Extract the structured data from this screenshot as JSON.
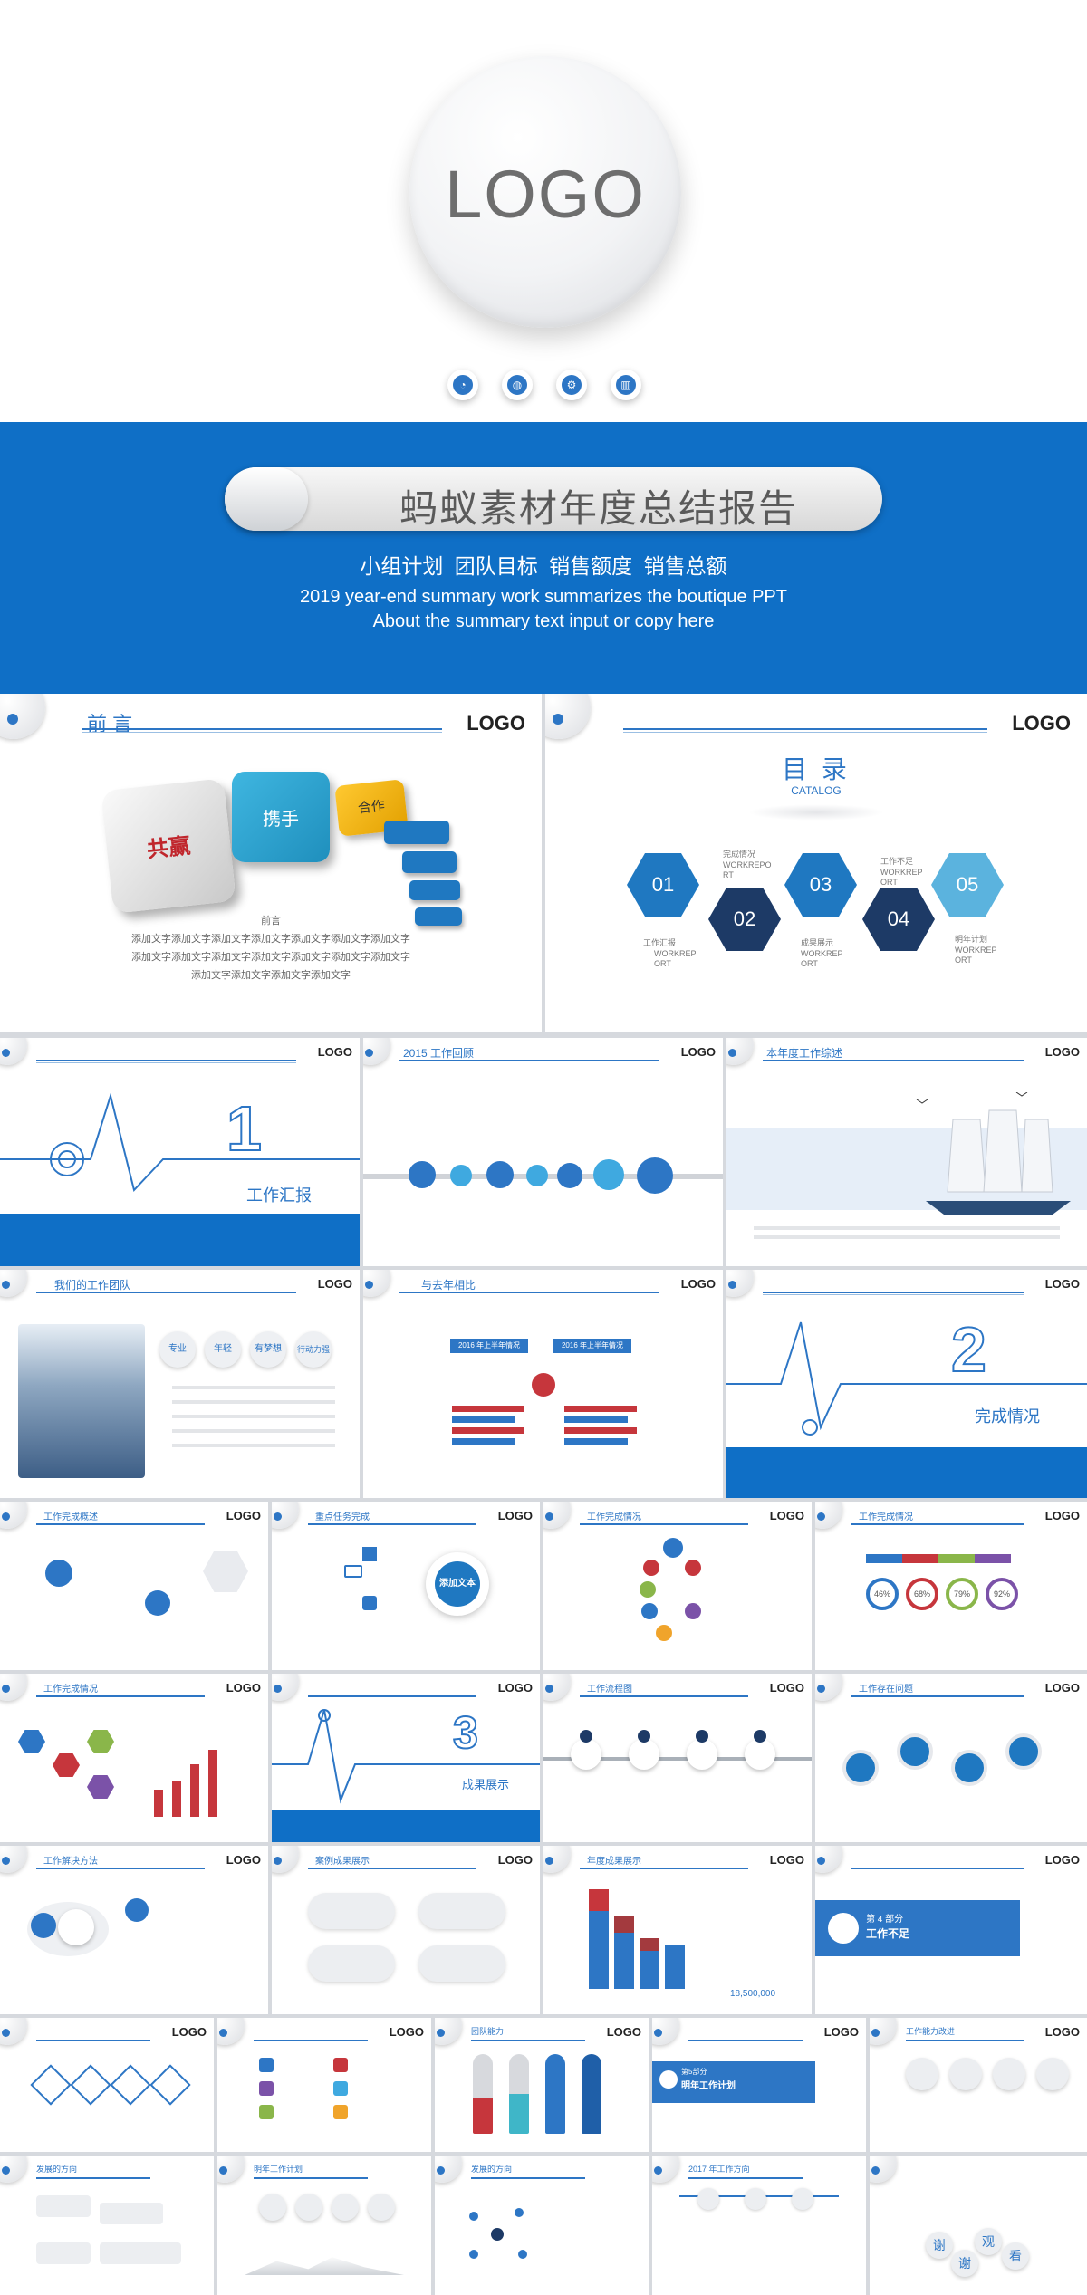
{
  "hero": {
    "logo": "LOGO",
    "icons": [
      "pie-chart-icon",
      "globe-icon",
      "gears-icon",
      "bar-chart-icon"
    ],
    "title": "蚂蚁素材年度总结报告",
    "subtitle_cn": "小组计划 团队目标 销售额度 销售总额",
    "subtitle_en_1": "2019 year-end summary work summarizes the boutique PPT",
    "subtitle_en_2": "About the summary text input or copy here"
  },
  "brand_color": "#0f6fc6",
  "logo_label": "LOGO",
  "preface": {
    "title": "前 言",
    "cube_labels": [
      "共赢",
      "携手",
      "合作"
    ],
    "body_title": "前言",
    "body_lines": [
      "添加文字添加文字添加文字添加文字添加文字添加文字添加文字",
      "添加文字添加文字添加文字添加文字添加文字添加文字添加文字",
      "添加文字添加文字添加文字添加文字"
    ]
  },
  "catalog": {
    "title": "目 录",
    "subtitle": "CATALOG",
    "items": [
      {
        "num": "01",
        "label": "工作汇报",
        "en": "WORKREP ORT"
      },
      {
        "num": "02",
        "label": "完成情况",
        "en": "WORKREPO RT"
      },
      {
        "num": "03",
        "label": "成果展示",
        "en": "WORKREP ORT"
      },
      {
        "num": "04",
        "label": "工作不足",
        "en": "WORKREP ORT"
      },
      {
        "num": "05",
        "label": "明年计划",
        "en": "WORKREP ORT"
      }
    ]
  },
  "slides_row3": [
    {
      "title": "",
      "big_num": "1",
      "caption": "工作汇报"
    },
    {
      "title": "2015 工作回顾"
    },
    {
      "title": "本年度工作综述"
    }
  ],
  "slides_row4": [
    {
      "title": "我们的工作团队",
      "bubbles": [
        "专业",
        "年轻",
        "有梦想",
        "行动力强"
      ]
    },
    {
      "title": "与去年相比",
      "labels": [
        "2016 年上半年情况",
        "2016 年上半年情况"
      ]
    },
    {
      "title": "",
      "big_num": "2",
      "caption": "完成情况"
    }
  ],
  "slides_row5": [
    {
      "title": "工作完成概述"
    },
    {
      "title": "重点任务完成",
      "center": "添加文本"
    },
    {
      "title": "工作完成情况"
    },
    {
      "title": "工作完成情况",
      "percents": [
        "46%",
        "68%",
        "79%",
        "92%"
      ]
    }
  ],
  "slides_row6": [
    {
      "title": "工作完成情况"
    },
    {
      "title": "",
      "big_num": "3",
      "caption": "成果展示"
    },
    {
      "title": "工作流程图"
    },
    {
      "title": "工作存在问题"
    }
  ],
  "slides_row7": [
    {
      "title": "工作解决方法"
    },
    {
      "title": "案例成果展示"
    },
    {
      "title": "年度成果展示",
      "amount": "18,500,000"
    },
    {
      "title": "",
      "part": "第 4 部分",
      "caption": "工作不足"
    }
  ],
  "slides_row8": [
    {
      "title": ""
    },
    {
      "title": ""
    },
    {
      "title": "团队能力"
    },
    {
      "title": "",
      "part": "第5部分",
      "caption": "明年工作计划"
    },
    {
      "title": "工作能力改进"
    }
  ],
  "slides_row9": [
    {
      "title": "发展的方向"
    },
    {
      "title": "明年工作计划"
    },
    {
      "title": "发展的方向"
    },
    {
      "title": "2017 年工作方向"
    },
    {
      "title": "",
      "thanks": [
        "谢",
        "谢",
        "观",
        "看"
      ]
    }
  ]
}
